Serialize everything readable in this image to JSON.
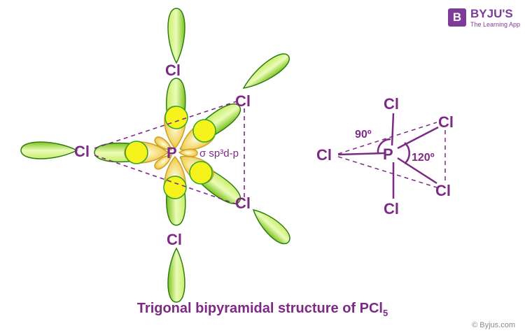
{
  "logo": {
    "mark": "B",
    "name": "BYJU'S",
    "tagline": "The Learning App"
  },
  "left_diagram": {
    "center_atom": "P",
    "ligands": [
      "Cl",
      "Cl",
      "Cl",
      "Cl",
      "Cl"
    ],
    "bond_label": "σ sp³d-p"
  },
  "right_diagram": {
    "center_atom": "P",
    "ligands": [
      "Cl",
      "Cl",
      "Cl",
      "Cl",
      "Cl"
    ],
    "angle_axial": "90º",
    "angle_equatorial": "120º"
  },
  "caption": {
    "text": "Trigonal bipyramidal structure of PCl",
    "subscript": "5"
  },
  "copyright": "© Byjus.com",
  "colors": {
    "purple": "#7d2a86",
    "lobe_green": "#8fd12a",
    "lobe_outline": "#2f7d12",
    "overlap_yellow": "#f5f21c"
  }
}
